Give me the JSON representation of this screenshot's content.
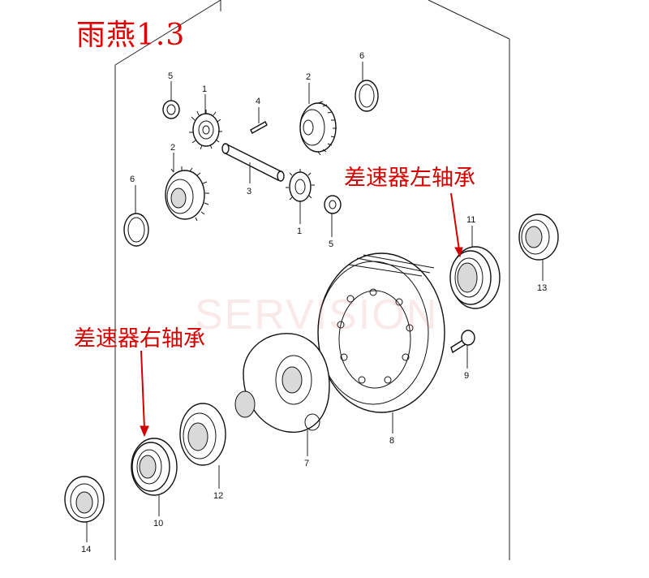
{
  "header": {
    "title": "雨燕1.3"
  },
  "watermark": "SERVISION",
  "annotations": {
    "left_bearing": "差速器左轴承",
    "right_bearing": "差速器右轴承"
  },
  "callouts": [
    {
      "id": "c5a",
      "label": "5"
    },
    {
      "id": "c1a",
      "label": "1"
    },
    {
      "id": "c4",
      "label": "4"
    },
    {
      "id": "c2a",
      "label": "2"
    },
    {
      "id": "c6a",
      "label": "6"
    },
    {
      "id": "c2b",
      "label": "2"
    },
    {
      "id": "c3",
      "label": "3"
    },
    {
      "id": "c6b",
      "label": "6"
    },
    {
      "id": "c1b",
      "label": "1"
    },
    {
      "id": "c5b",
      "label": "5"
    },
    {
      "id": "c11",
      "label": "11"
    },
    {
      "id": "c13",
      "label": "13"
    },
    {
      "id": "c9",
      "label": "9"
    },
    {
      "id": "c8",
      "label": "8"
    },
    {
      "id": "c7",
      "label": "7"
    },
    {
      "id": "c12",
      "label": "12"
    },
    {
      "id": "c10",
      "label": "10"
    },
    {
      "id": "c14",
      "label": "14"
    }
  ],
  "colors": {
    "annotation": "#d40000",
    "title": "#e00000",
    "line": "#222222"
  }
}
